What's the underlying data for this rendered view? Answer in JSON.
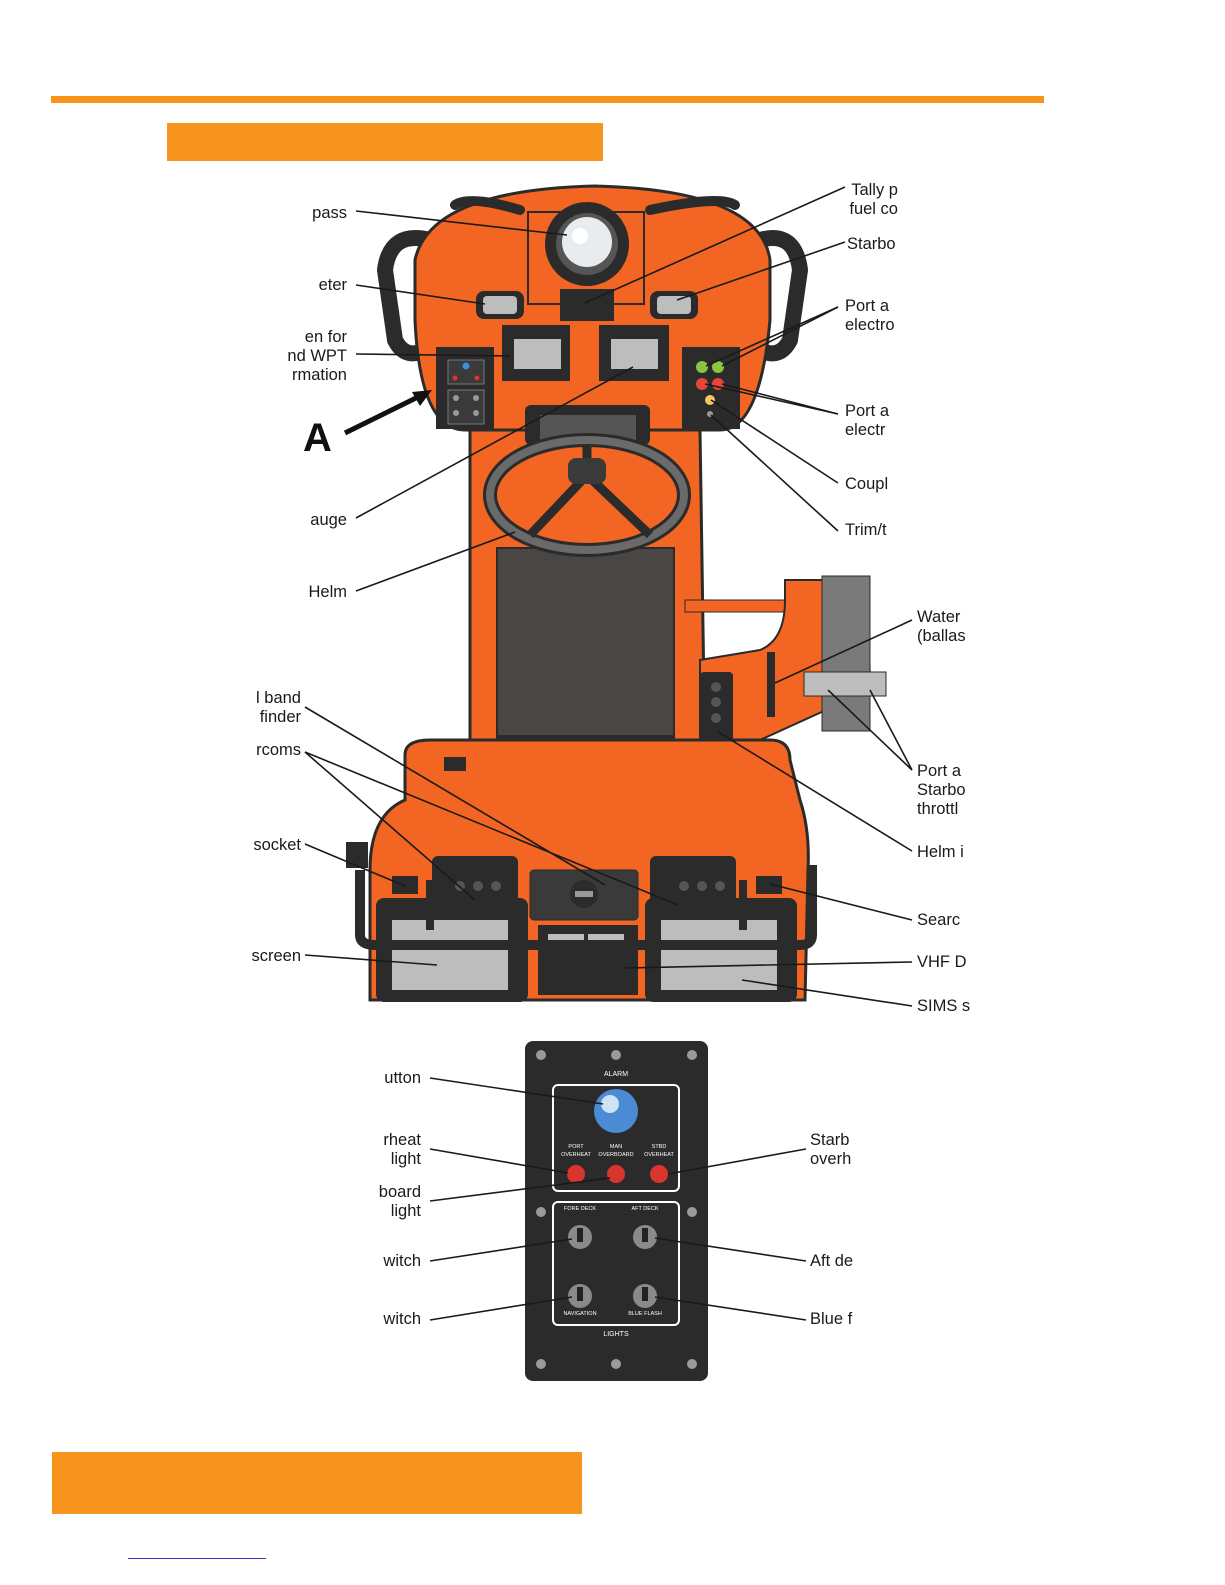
{
  "colors": {
    "accent": "#F7941D",
    "hull": "#F26522",
    "hull_dark": "#C8501A",
    "panel": "#2B2B2B",
    "seat": "#4A4643",
    "link": "#3333CC"
  },
  "console_labels": {
    "compass": "pass",
    "tally_fuel": "Tally p\nfuel co",
    "meter": "eter",
    "starboard_top": "Starbo",
    "screen_wpt": "en for\nnd WPT\nrmation",
    "port_electro_1": "Port a\nelectro",
    "port_electro_2": "Port a\nelectr",
    "marker_a": "A",
    "coupl": "Coupl",
    "gauge": "auge",
    "trim": "Trim/t",
    "helm": "Helm",
    "water_ballast": "Water\n(ballas",
    "band_finder": "l band\nfinder",
    "intercoms": "rcoms",
    "port_starboard_throttle": "Port a\nStarbo\nthrottl",
    "socket": "socket",
    "helm_i": "Helm i",
    "search": "Searc",
    "screen": "screen",
    "vhf": "VHF D",
    "sims": "SIMS s"
  },
  "panel_labels": {
    "button": "utton",
    "overheat_light": "rheat\nlight",
    "starb_overh": "Starb\noverh",
    "overboard_light": "board\nlight",
    "switch_1": "witch",
    "aft_de": "Aft de",
    "switch_2": "witch",
    "blue_f": "Blue f"
  },
  "panel_text": {
    "alarm": "ALARM",
    "port_overheat": "PORT\nOVERHEAT",
    "man_overboard": "MAN\nOVERBOARD",
    "stbd_overheat": "STBD\nOVERHEAT",
    "fore_deck": "FORE DECK",
    "aft_deck": "AFT DECK",
    "navigation": "NAVIGATION",
    "blue_flash": "BLUE FLASH",
    "lights": "LIGHTS"
  }
}
